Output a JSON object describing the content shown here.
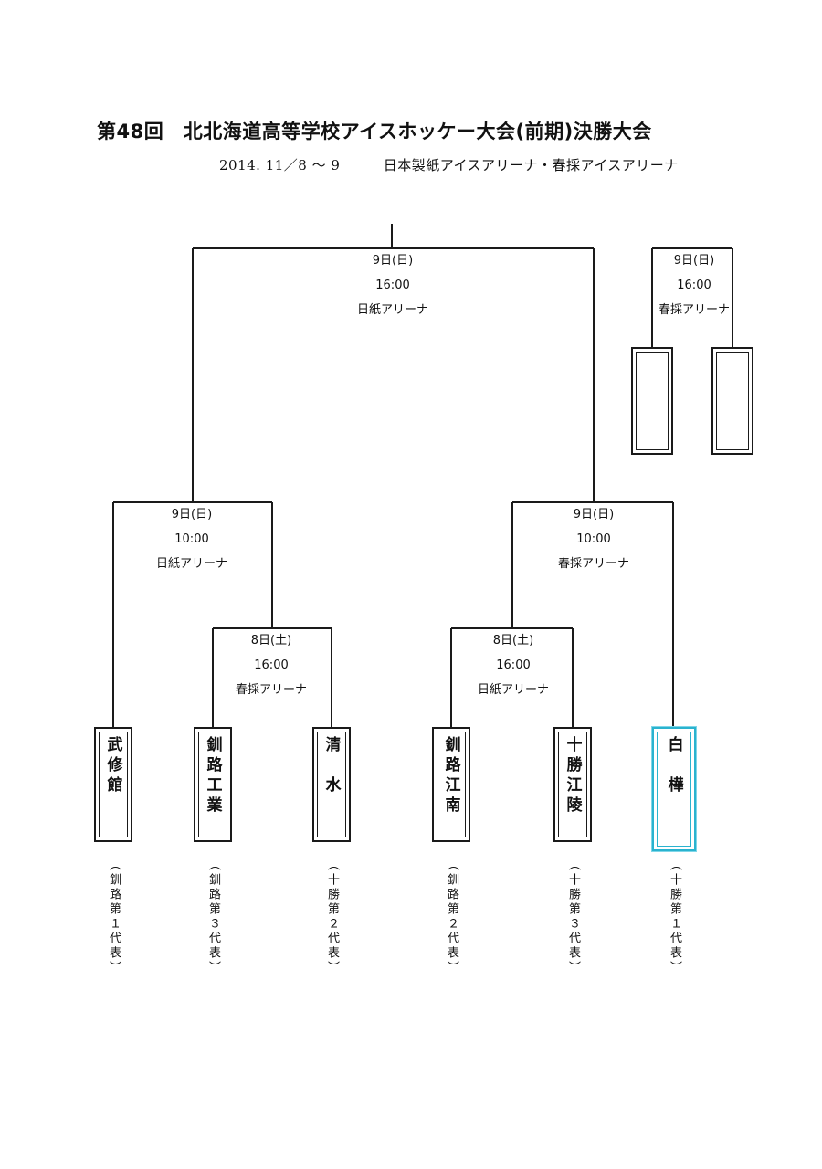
{
  "title": "第48回　北北海道高等学校アイスホッケー大会(前期)決勝大会",
  "subtitle": {
    "date": "2014. 11／8 ～ 9",
    "venues": "日本製紙アイスアリーナ・春採アイスアリーナ"
  },
  "matches": {
    "final": {
      "day": "9日(日)",
      "time": "16:00",
      "venue": "日紙アリーナ"
    },
    "third_place": {
      "day": "9日(日)",
      "time": "16:00",
      "venue": "春採アリーナ"
    },
    "semi_left": {
      "day": "9日(日)",
      "time": "10:00",
      "venue": "日紙アリーナ"
    },
    "semi_right": {
      "day": "9日(日)",
      "time": "10:00",
      "venue": "春採アリーナ"
    },
    "qf_left": {
      "day": "8日(土)",
      "time": "16:00",
      "venue": "春採アリーナ"
    },
    "qf_right": {
      "day": "8日(土)",
      "time": "16:00",
      "venue": "日紙アリーナ"
    }
  },
  "teams": [
    {
      "name": "武修館",
      "qualification": "（釧路第１代表）"
    },
    {
      "name": "釧路工業",
      "qualification": "（釧路第３代表）"
    },
    {
      "name": "清　水",
      "qualification": "（十勝第２代表）"
    },
    {
      "name": "釧路江南",
      "qualification": "（釧路第２代表）"
    },
    {
      "name": "十勝江陵",
      "qualification": "（十勝第３代表）"
    },
    {
      "name": "白　樺",
      "qualification": "（十勝第１代表）"
    }
  ],
  "colors": {
    "line": "#1a1a1a",
    "highlight": "#2ab3cf"
  }
}
